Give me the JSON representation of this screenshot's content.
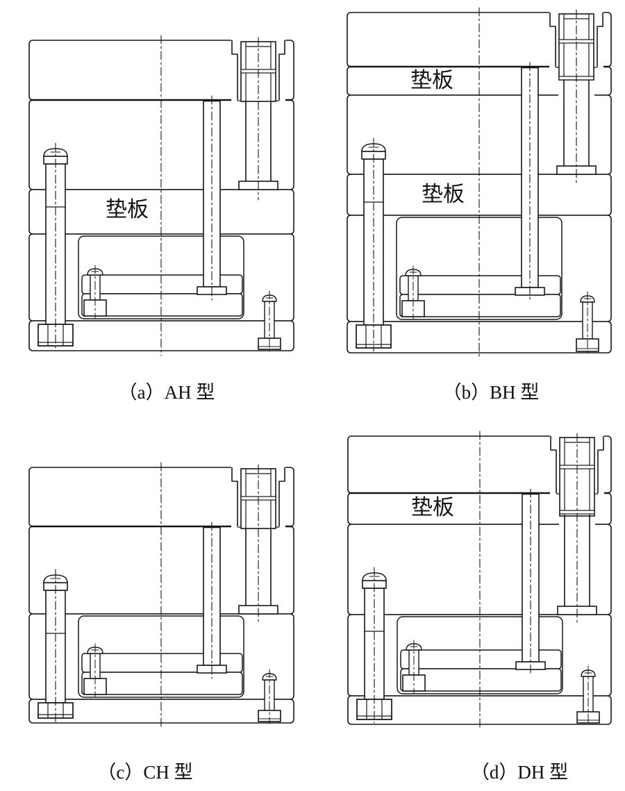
{
  "figure": {
    "background": "#ffffff",
    "line_color": "#161616",
    "panels": [
      {
        "key": "a",
        "caption": "（a）AH 型",
        "type_code": "AH",
        "plate_labels": [
          "垫板"
        ]
      },
      {
        "key": "b",
        "caption": "（b）BH 型",
        "type_code": "BH",
        "plate_labels": [
          "垫板",
          "垫板"
        ]
      },
      {
        "key": "c",
        "caption": "（c）CH 型",
        "type_code": "CH",
        "plate_labels": []
      },
      {
        "key": "d",
        "caption": "（d）DH 型",
        "type_code": "DH",
        "plate_labels": [
          "垫板"
        ]
      }
    ]
  }
}
